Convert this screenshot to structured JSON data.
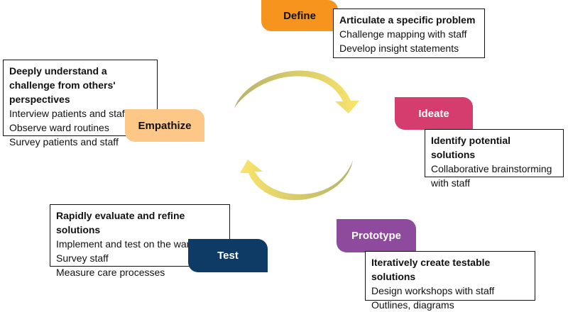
{
  "stages": {
    "define": {
      "label": "Define",
      "color": "#f7941d",
      "heading": "Articulate a specific problem",
      "lines": [
        "Challenge mapping with staff",
        "Develop insight statements"
      ]
    },
    "empathize": {
      "label": "Empathize",
      "color": "#fdc887",
      "heading": "Deeply understand a challenge from others' perspectives",
      "lines": [
        "Interview patients and staff",
        "Observe ward routines",
        "Survey patients and staff"
      ]
    },
    "ideate": {
      "label": "Ideate",
      "color": "#d63d6f",
      "heading": "Identify potential solutions",
      "lines": [
        "Collaborative brainstorming",
        "with staff"
      ]
    },
    "test": {
      "label": "Test",
      "color": "#0e3b66",
      "heading": "Rapidly evaluate and refine solutions",
      "lines": [
        "Implement and test on the wards",
        "Survey staff",
        "Measure care processes"
      ]
    },
    "prototype": {
      "label": "Prototype",
      "color": "#8e4a9d",
      "heading": "Iteratively create testable solutions",
      "lines": [
        "Design workshops with staff",
        "Outlines, diagrams"
      ]
    }
  },
  "cycle": {
    "arrow_color_dark": "#b9b36a",
    "arrow_color_light": "#f6e77a"
  }
}
